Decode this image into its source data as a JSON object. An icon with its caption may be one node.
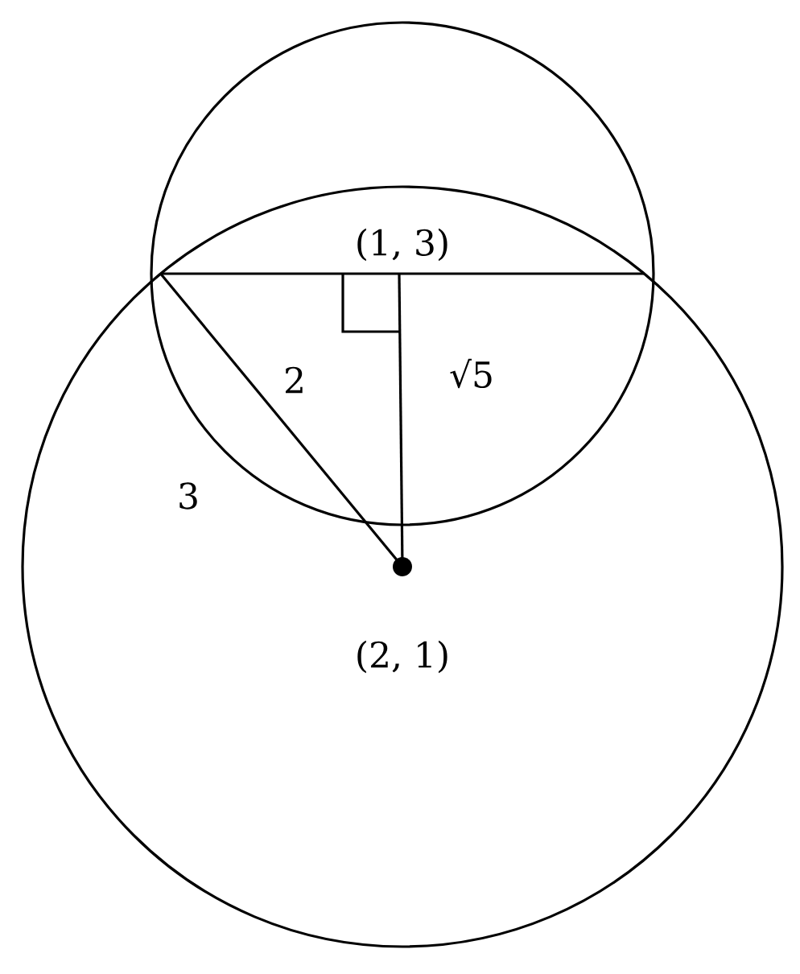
{
  "diagram": {
    "labels": [
      "(1, 3)",
      "2",
      "√5",
      "3",
      "(2, 1)"
    ]
  }
}
